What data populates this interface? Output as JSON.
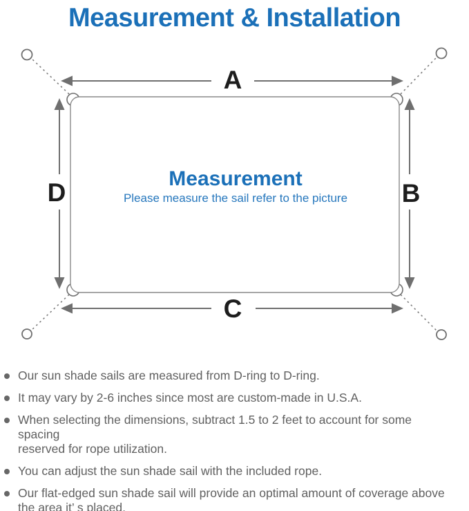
{
  "title": "Measurement & Installation",
  "diagram": {
    "labels": {
      "top": "A",
      "right": "B",
      "bottom": "C",
      "left": "D"
    },
    "center_heading": "Measurement",
    "center_subtitle": "Please measure the sail refer to the picture"
  },
  "colors": {
    "title_blue": "#1b70b8",
    "subtitle_blue": "#2677bd",
    "label_black": "#1d1d1d",
    "line_gray": "#7c7c7c",
    "arrow_gray": "#6f6f6f",
    "text_gray": "#606060"
  },
  "bullets": [
    {
      "lines": [
        "Our sun shade sails are measured from D-ring to D-ring."
      ]
    },
    {
      "lines": [
        "It may vary by 2-6 inches since most are custom-made in U.S.A."
      ]
    },
    {
      "lines": [
        "When selecting the dimensions, subtract 1.5 to 2 feet to account for some spacing",
        "reserved for rope utilization."
      ]
    },
    {
      "lines": [
        "You can adjust the sun shade sail with the included rope."
      ]
    },
    {
      "lines": [
        "Our flat-edged sun shade sail will provide an optimal amount of coverage above",
        "the area it’ s placed."
      ]
    }
  ]
}
